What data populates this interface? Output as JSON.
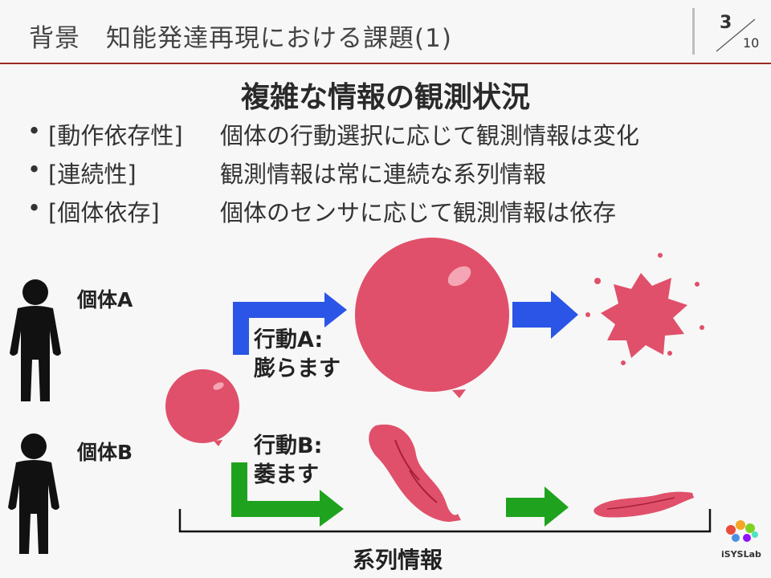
{
  "header": {
    "title": "背景　知能発達再現における課題(1)",
    "page_current": "3",
    "page_total": "10"
  },
  "heading": "複雑な情報の観測状況",
  "bullets": [
    {
      "tag": "[動作依存性]",
      "desc": "個体の行動選択に応じて観測情報は変化"
    },
    {
      "tag": "[連続性]",
      "desc": "観測情報は常に連続な系列情報"
    },
    {
      "tag": "[個体依存]",
      "desc": "個体のセンサに応じて観測情報は依存"
    }
  ],
  "persons": {
    "a": "個体A",
    "b": "個体B"
  },
  "actions": {
    "a_line1": "行動A:",
    "a_line2": "膨らます",
    "b_line1": "行動B:",
    "b_line2": "萎ます"
  },
  "footer": "系列情報",
  "logo": {
    "text": "iSYSLab"
  },
  "colors": {
    "accent_rule": "#9b2a1e",
    "balloon": "#e0506a",
    "arrow_blue": "#2a55e6",
    "arrow_green": "#1fa31f"
  }
}
